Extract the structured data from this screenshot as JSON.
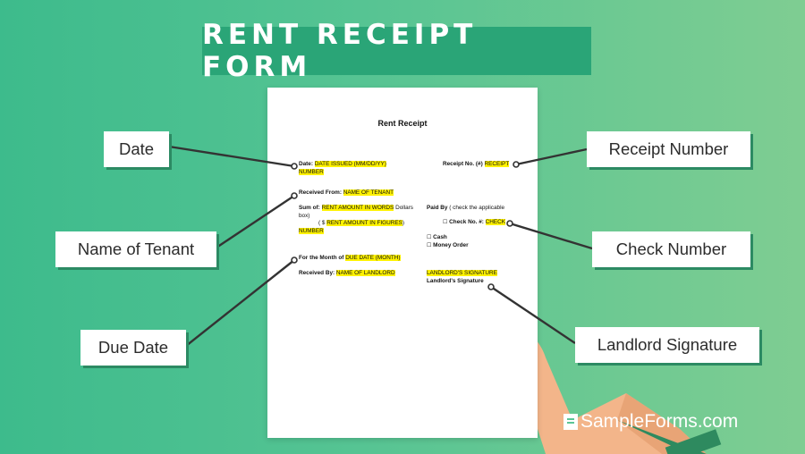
{
  "banner": {
    "title": "RENT RECEIPT FORM"
  },
  "document": {
    "title": "Rent Receipt",
    "date_label": "Date:",
    "date_field_line1": "DATE ISSUED (MM/DD/YY)",
    "date_field_line2": "NUMBER",
    "receipt_label": "Receipt No. (#)",
    "receipt_field": "RECEIPT",
    "received_from_label": "Received From:",
    "received_from_field": "NAME OF TENANT",
    "sum_label": "Sum of:",
    "sum_words_field": "RENT AMOUNT IN WORDS",
    "sum_words_suffix": "Dollars",
    "sum_line2": "box)",
    "sum_figures_prefix": "( $",
    "sum_figures_field": "RENT AMOUNT IN FIGURES",
    "sum_figures_suffix": ")",
    "sum_line4": "NUMBER",
    "paid_by_label": "Paid By",
    "paid_by_note": "( check the applicable",
    "check_label": "Check No. #:",
    "check_field": "CHECK",
    "cash_label": "Cash",
    "money_order_label": "Money Order",
    "month_label": "For the Month of",
    "month_field": "DUE DATE (MONTH)",
    "received_by_label": "Received By:",
    "received_by_field": "NAME OF LANDLORD",
    "landlord_sig_field": "LANDLORD'S SIGNATURE",
    "landlord_sig_label": "Landlord's Signature"
  },
  "callouts": {
    "date": "Date",
    "tenant": "Name of Tenant",
    "due_date": "Due Date",
    "receipt_number": "Receipt Number",
    "check_number": "Check Number",
    "landlord_signature": "Landlord Signature"
  },
  "brand": {
    "name": "SampleForms.com"
  },
  "colors": {
    "background": "#56c493",
    "banner": "#2aa577",
    "highlight": "#fff200",
    "connector": "#333333"
  }
}
